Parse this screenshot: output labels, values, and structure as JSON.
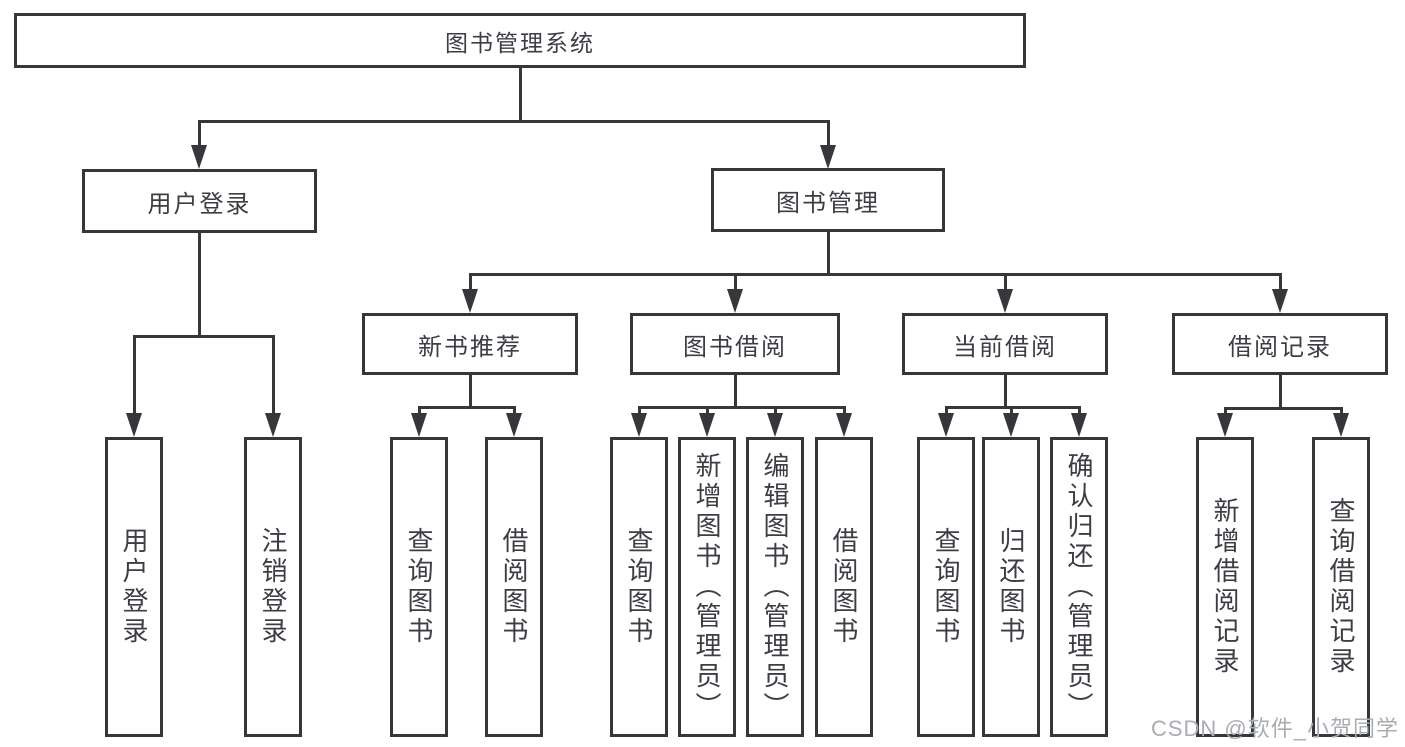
{
  "diagram": {
    "root": "图书管理系统",
    "level2": {
      "user_login": "用户登录",
      "book_management": "图书管理"
    },
    "level3": {
      "new_books": "新书推荐",
      "book_borrow": "图书借阅",
      "current_borrow": "当前借阅",
      "borrow_records": "借阅记录"
    },
    "leaves": {
      "user_login": [
        "用户登录",
        "注销登录"
      ],
      "new_books": [
        "查询图书",
        "借阅图书"
      ],
      "book_borrow": [
        "查询图书",
        "新增图书（管理员）",
        "编辑图书（管理员）",
        "借阅图书"
      ],
      "current_borrow": [
        "查询图书",
        "归还图书",
        "确认归还（管理员）"
      ],
      "borrow_records": [
        "新增借阅记录",
        "查询借阅记录"
      ]
    }
  },
  "watermark": "CSDN @软件_小贺同学",
  "colors": {
    "line": "#35373b",
    "text": "#3c3e44",
    "watermark": "#a9acb1",
    "background": "#ffffff"
  }
}
